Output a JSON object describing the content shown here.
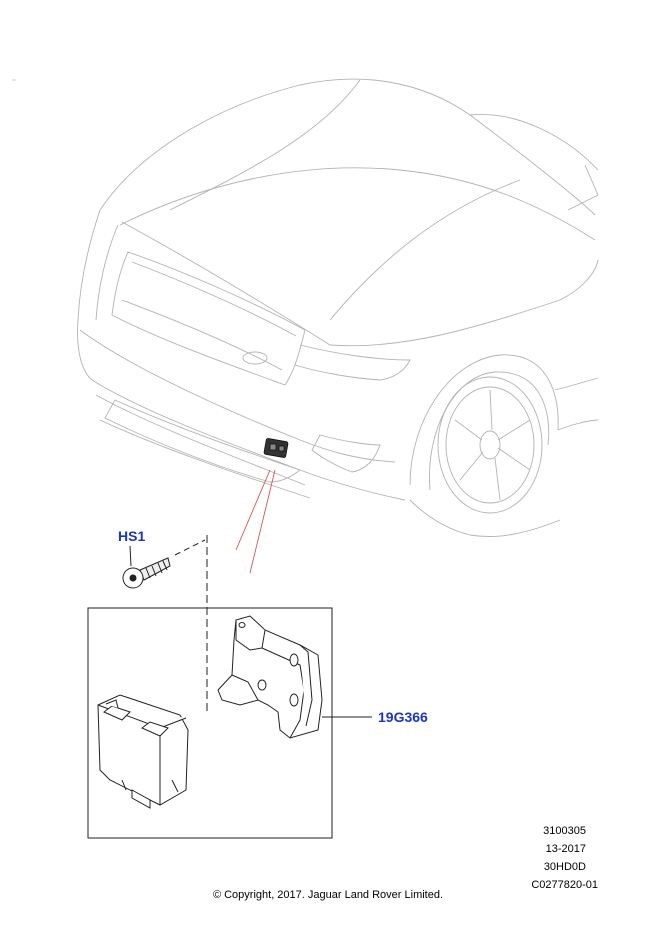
{
  "callouts": {
    "hs1": "HS1",
    "part": "19G366"
  },
  "meta": {
    "line1": "3100305",
    "line2": "13-2017",
    "line3": "30HD0D",
    "line4": "C0277820-01"
  },
  "copyright": "© Copyright, 2017. Jaguar Land Rover Limited.",
  "colors": {
    "callout": "#1a33cc",
    "leader_red": "#d9534f",
    "line_gray": "#b3b3b3",
    "line_dark": "#222222"
  }
}
